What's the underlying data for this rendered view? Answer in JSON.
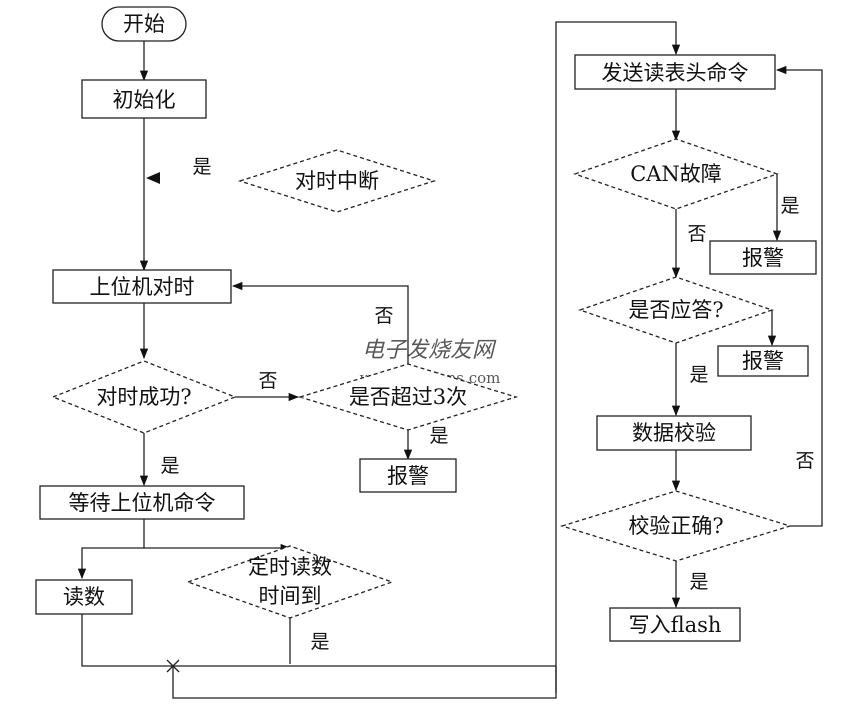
{
  "nodes": {
    "start": "开始",
    "init": "初始化",
    "interrupt": "对时中断",
    "host_sync": "上位机对时",
    "sync_ok": "对时成功?",
    "over3": "是否超过3次",
    "alarm1": "报警",
    "wait_cmd": "等待上位机命令",
    "read": "读数",
    "timer_line1": "定时读数",
    "timer_line2": "时间到",
    "send_cmd": "发送读表头命令",
    "can_fault": "CAN故障",
    "alarm2": "报警",
    "answered": "是否应答?",
    "alarm3": "报警",
    "verify": "数据校验",
    "verify_ok": "校验正确?",
    "write": "写入flash"
  },
  "edges": {
    "init_interrupt_yes": "是",
    "sync_fail_no": "否",
    "over3_no": "否",
    "over3_yes": "是",
    "sync_ok_yes": "是",
    "timer_yes": "是",
    "can_yes": "是",
    "can_no": "否",
    "answered_yes": "是",
    "verify_no": "否",
    "verify_yes": "是"
  },
  "watermark": {
    "cn": "电子发烧友网",
    "url": "www.elecfans.com"
  }
}
